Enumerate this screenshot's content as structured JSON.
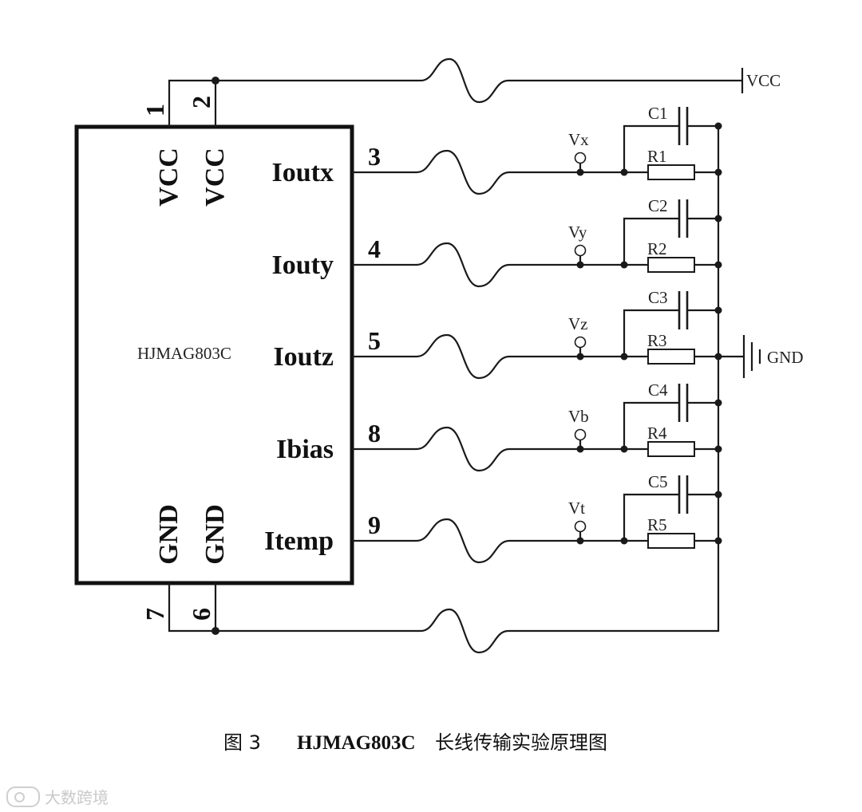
{
  "chip": {
    "name": "HJMAG803C",
    "pins": [
      {
        "num": "1",
        "label": "VCC"
      },
      {
        "num": "2",
        "label": "VCC"
      },
      {
        "num": "7",
        "label": "GND"
      },
      {
        "num": "6",
        "label": "GND"
      }
    ]
  },
  "channels": [
    {
      "pin": "3",
      "signal": "Ioutx",
      "test_point": "Vx",
      "capacitor": "C1",
      "resistor": "R1"
    },
    {
      "pin": "4",
      "signal": "Iouty",
      "test_point": "Vy",
      "capacitor": "C2",
      "resistor": "R2"
    },
    {
      "pin": "5",
      "signal": "Ioutz",
      "test_point": "Vz",
      "capacitor": "C3",
      "resistor": "R3"
    },
    {
      "pin": "8",
      "signal": "Ibias",
      "test_point": "Vb",
      "capacitor": "C4",
      "resistor": "R4"
    },
    {
      "pin": "9",
      "signal": "Itemp",
      "test_point": "Vt",
      "capacitor": "C5",
      "resistor": "R5"
    }
  ],
  "power": {
    "vcc_label": "VCC",
    "gnd_label": "GND"
  },
  "caption": {
    "figure": "图 3",
    "part": "HJMAG803C",
    "title": "长线传输实验原理图"
  },
  "watermark": {
    "text": "大数跨境"
  }
}
